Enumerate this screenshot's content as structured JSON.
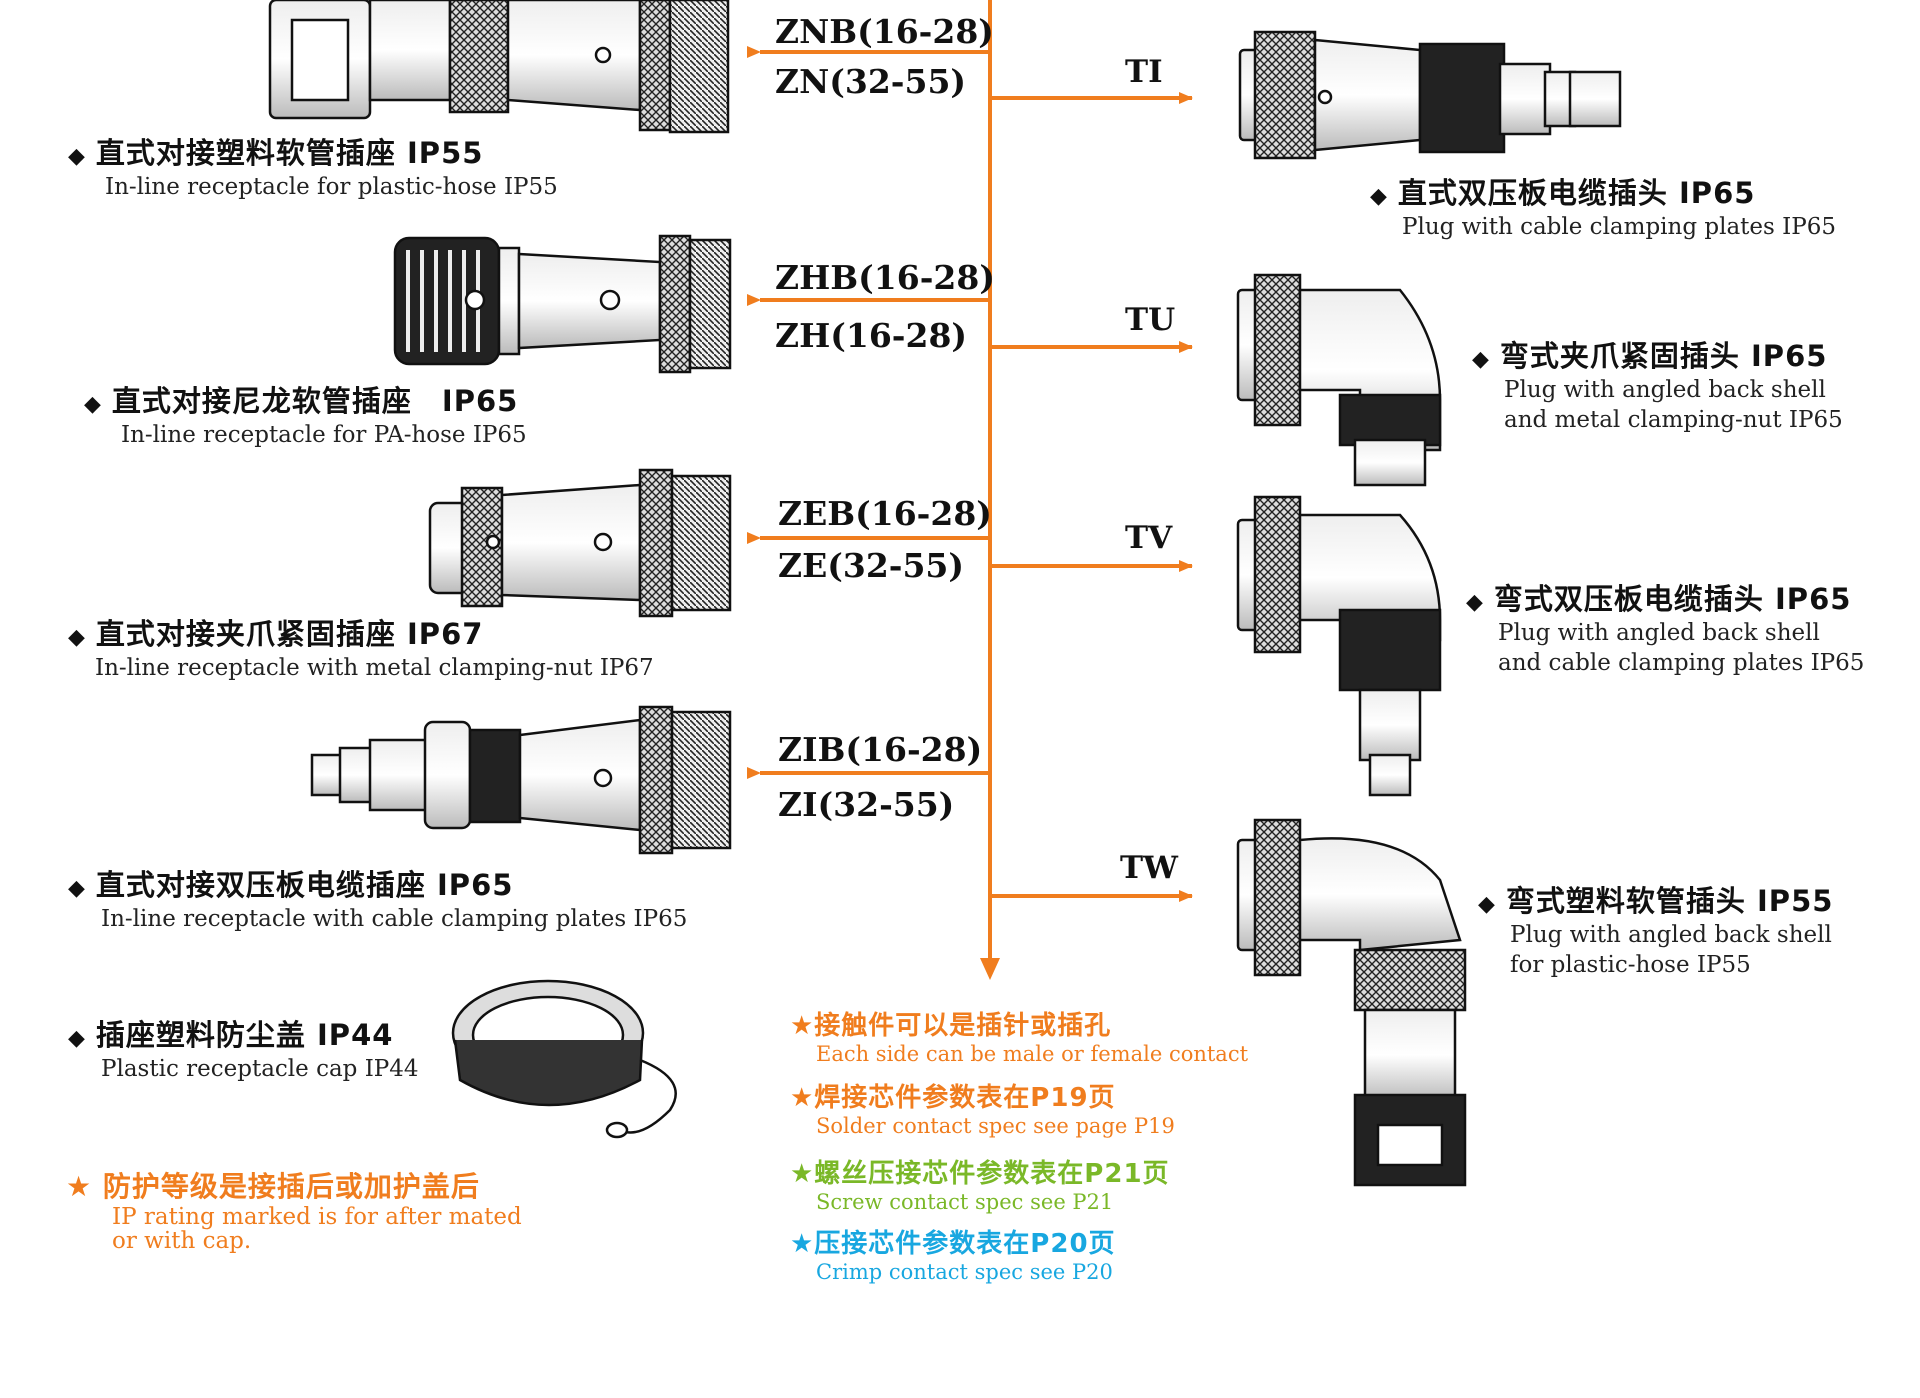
{
  "colors": {
    "line": "#f07d1e",
    "orange_note": "#f07d1e",
    "green_note": "#7ab828",
    "blue_note": "#18a7e0",
    "text": "#111111"
  },
  "left_items": [
    {
      "code_top": "ZNB(16-28)",
      "code_bottom": "ZN(32-55)",
      "title_zh": "直式对接塑料软管插座 IP55",
      "title_en": "In-line receptacle for plastic-hose IP55"
    },
    {
      "code_top": "ZHB(16-28)",
      "code_bottom": "ZH(16-28)",
      "title_zh": "直式对接尼龙软管插座　IP65",
      "title_en": "In-line receptacle for PA-hose  IP65"
    },
    {
      "code_top": "ZEB(16-28)",
      "code_bottom": "ZE(32-55)",
      "title_zh": "直式对接夹爪紧固插座 IP67",
      "title_en": "In-line receptacle with metal clamping-nut  IP67"
    },
    {
      "code_top": "ZIB(16-28)",
      "code_bottom": "ZI(32-55)",
      "title_zh": "直式对接双压板电缆插座 IP65",
      "title_en": "In-line receptacle with cable clamping plates  IP65"
    }
  ],
  "cap_item": {
    "title_zh": "插座塑料防尘盖 IP44",
    "title_en": "Plastic receptacle cap IP44"
  },
  "right_items": [
    {
      "code": "TI",
      "title_zh": "直式双压板电缆插头 IP65",
      "title_en_1": "Plug with cable clamping plates  IP65",
      "title_en_2": ""
    },
    {
      "code": "TU",
      "title_zh": "弯式夹爪紧固插头 IP65",
      "title_en_1": "Plug with angled back shell",
      "title_en_2": "and metal clamping-nut IP65"
    },
    {
      "code": "TV",
      "title_zh": "弯式双压板电缆插头 IP65",
      "title_en_1": "Plug with angled back shell",
      "title_en_2": "and cable clamping plates IP65"
    },
    {
      "code": "TW",
      "title_zh": "弯式塑料软管插头 IP55",
      "title_en_1": "Plug with angled back shell",
      "title_en_2": "for plastic-hose IP55"
    }
  ],
  "notes": [
    {
      "zh": "★接触件可以是插针或插孔",
      "en": "Each side can be male or female contact",
      "color": "#f07d1e"
    },
    {
      "zh": "★焊接芯件参数表在P19页",
      "en": "Solder contact spec see page P19",
      "color": "#f07d1e"
    },
    {
      "zh": "★螺丝压接芯件参数表在P21页",
      "en": "Screw contact spec see P21",
      "color": "#7ab828"
    },
    {
      "zh": "★压接芯件参数表在P20页",
      "en": "Crimp contact spec see P20",
      "color": "#18a7e0"
    }
  ],
  "ip_note": {
    "zh": "★ 防护等级是接插后或加护盖后",
    "en_1": "IP rating marked is for after mated",
    "en_2": "or with cap.",
    "color": "#f07d1e"
  },
  "diamond": "◆"
}
